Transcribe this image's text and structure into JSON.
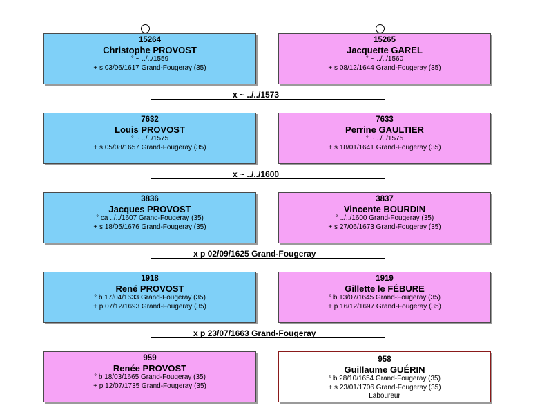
{
  "generations": [
    {
      "left": {
        "id": "15264",
        "name": "Christophe PROVOST",
        "lines": [
          "° ~ ../../1559",
          "+ s 03/06/1617 Grand-Fougeray (35)"
        ],
        "color": "#7fd0f8"
      },
      "right": {
        "id": "15265",
        "name": "Jacquette GAREL",
        "lines": [
          "° ~ ../../1560",
          "+ s 08/12/1644 Grand-Fougeray (35)"
        ],
        "color": "#f6a3f6"
      },
      "marriage": "x ~ ../../1573"
    },
    {
      "left": {
        "id": "7632",
        "name": "Louis PROVOST",
        "lines": [
          "° ~ ../../1575",
          "+ s 05/08/1657 Grand-Fougeray (35)"
        ],
        "color": "#7fd0f8"
      },
      "right": {
        "id": "7633",
        "name": "Perrine GAULTIER",
        "lines": [
          "° ~ ../../1575",
          "+ s 18/01/1641 Grand-Fougeray (35)"
        ],
        "color": "#f6a3f6"
      },
      "marriage": "x ~ ../../1600"
    },
    {
      "left": {
        "id": "3836",
        "name": "Jacques PROVOST",
        "lines": [
          "° ca ../../1607 Grand-Fougeray (35)",
          "+ s 18/05/1676 Grand-Fougeray (35)"
        ],
        "color": "#7fd0f8"
      },
      "right": {
        "id": "3837",
        "name": "Vincente BOURDIN",
        "lines": [
          "° ../../1600 Grand-Fougeray (35)",
          "+ s 27/06/1673 Grand-Fougeray (35)"
        ],
        "color": "#f6a3f6"
      },
      "marriage": "x p 02/09/1625 Grand-Fougeray"
    },
    {
      "left": {
        "id": "1918",
        "name": "René PROVOST",
        "lines": [
          "° b 17/04/1633 Grand-Fougeray (35)",
          "+ p 07/12/1693 Grand-Fougeray (35)"
        ],
        "color": "#7fd0f8"
      },
      "right": {
        "id": "1919",
        "name": "Gillette le FÉBURE",
        "lines": [
          "° b 13/07/1645 Grand-Fougeray (35)",
          "+ p 16/12/1697 Grand-Fougeray (35)"
        ],
        "color": "#f6a3f6"
      },
      "marriage": "x p 23/07/1663 Grand-Fougeray"
    },
    {
      "left": {
        "id": "959",
        "name": "Renée PROVOST",
        "lines": [
          "° b 18/03/1665 Grand-Fougeray (35)",
          "+ p 12/07/1735 Grand-Fougeray (35)"
        ],
        "color": "#f6a3f6"
      },
      "right": {
        "id": "958",
        "name": "Guillaume GUÉRIN",
        "lines": [
          "° b 28/10/1654 Grand-Fougeray (35)",
          "+ s 23/01/1706 Grand-Fougeray (35)",
          "Laboureur"
        ],
        "color": "#ffffff"
      },
      "marriage": ""
    }
  ]
}
